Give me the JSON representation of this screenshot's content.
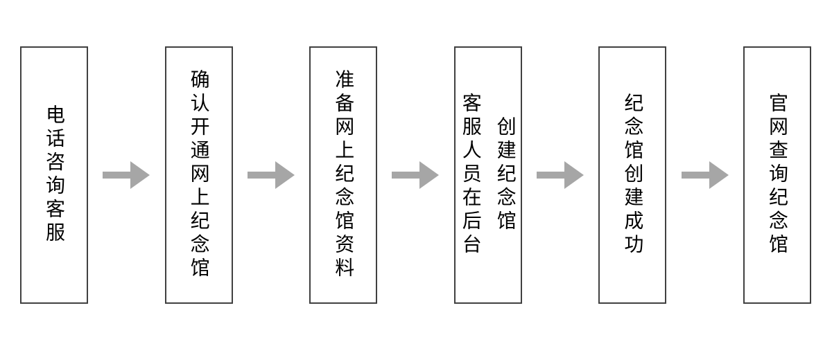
{
  "steps": [
    {
      "label": "电话咨询客服"
    },
    {
      "label": "确认开通网上纪念馆"
    },
    {
      "label": "准备网上纪念馆资料"
    },
    {
      "label": "客服人员在后台\n创建纪念馆"
    },
    {
      "label": "纪念馆创建成功"
    },
    {
      "label": "官网查询纪念馆"
    }
  ],
  "colors": {
    "box_border": "#404040",
    "box_fill": "#ffffff",
    "text": "#000000",
    "arrow": "#a6a6a6",
    "background": "#ffffff"
  }
}
